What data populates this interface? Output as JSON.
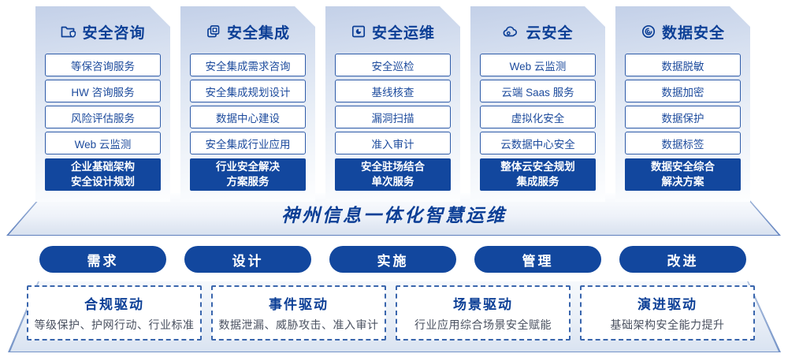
{
  "theme": {
    "primary_blue": "#12479e",
    "title_blue": "#0c3f96",
    "item_border_blue": "#2e5ba8",
    "panel_gradient_top": "#c3d0e8",
    "desc_gray": "#4a5160"
  },
  "columns": [
    {
      "icon": "folder-shield-icon",
      "title": "安全咨询",
      "items": [
        "等保咨询服务",
        "HW 咨询服务",
        "风险评估服务",
        "Web 云监测"
      ],
      "highlight": [
        "企业基础架构",
        "安全设计规划"
      ]
    },
    {
      "icon": "copy-docs-icon",
      "title": "安全集成",
      "items": [
        "安全集成需求咨询",
        "安全集成规划设计",
        "数据中心建设",
        "安全集成行业应用"
      ],
      "highlight": [
        "行业安全解决",
        "方案服务"
      ]
    },
    {
      "icon": "monitor-folder-icon",
      "title": "安全运维",
      "items": [
        "安全巡检",
        "基线核查",
        "漏洞扫描",
        "准入审计"
      ],
      "highlight": [
        "安全驻场结合",
        "单次服务"
      ]
    },
    {
      "icon": "cloud-icon",
      "title": "云安全",
      "items": [
        "Web 云监测",
        "云端 Saas 服务",
        "虚拟化安全",
        "云数据中心安全"
      ],
      "highlight": [
        "整体云安全规划",
        "集成服务"
      ]
    },
    {
      "icon": "fingerprint-icon",
      "title": "数据安全",
      "items": [
        "数据脱敏",
        "数据加密",
        "数据保护",
        "数据标签"
      ],
      "highlight": [
        "数据安全综合",
        "解决方案"
      ]
    }
  ],
  "banner": {
    "title": "神州信息一体化智慧运维"
  },
  "stages": [
    "需求",
    "设计",
    "实施",
    "管理",
    "改进"
  ],
  "drivers": [
    {
      "title": "合规驱动",
      "desc": "等级保护、护网行动、行业标准"
    },
    {
      "title": "事件驱动",
      "desc": "数据泄漏、威胁攻击、准入审计"
    },
    {
      "title": "场景驱动",
      "desc": "行业应用综合场景安全赋能"
    },
    {
      "title": "演进驱动",
      "desc": "基础架构安全能力提升"
    }
  ]
}
